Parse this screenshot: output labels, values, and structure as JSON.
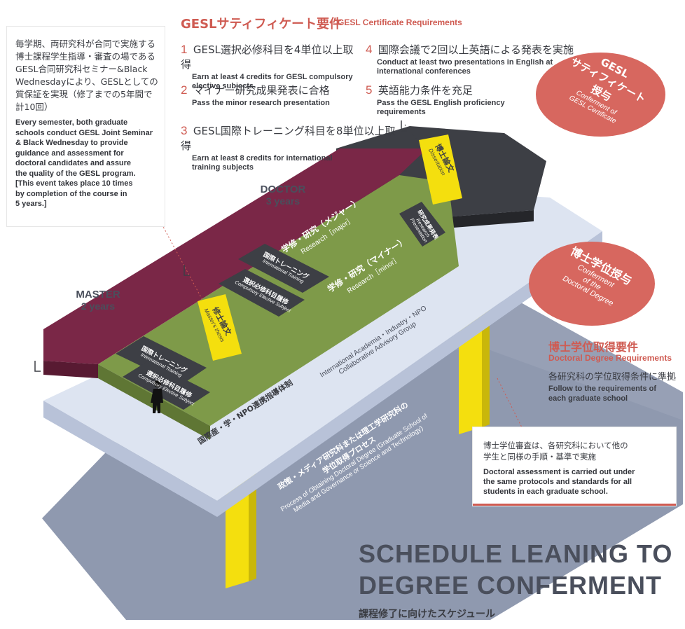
{
  "left_note": {
    "jp": "毎学期、両研究科が合同で実施する博士課程学生指導・審査の場であるGESL合同研究科セミナー&Black Wednesdayにより、GESLとしての質保証を実現（修了までの5年間で計10回）",
    "jp_lines": [
      "毎学期、両研究科が合同で実施する",
      "博士課程学生指導・審査の場である",
      "GESL合同研究科セミナー&Black",
      "Wednesdayにより、GESLとしての",
      "質保証を実現（修了までの5年間で",
      "計10回）"
    ],
    "en_lines": [
      "Every semester, both graduate",
      "schools conduct GESL Joint Seminar",
      "& Black Wednesday to provide",
      "guidance and assessment for",
      "doctoral candidates and assure",
      "the quality of the GESL program.",
      "[This event takes place 10 times",
      "by completion of the course in",
      "5 years.]"
    ]
  },
  "gesl_requirements": {
    "title_jp": "GESLサティフィケート要件",
    "title_en": "GESL Certificate Requirements",
    "items": [
      {
        "num": "1",
        "jp": "GESL選択必修科目を4単位以上取得",
        "en": [
          "Earn at least 4 credits for GESL compulsory",
          "elective subjects"
        ]
      },
      {
        "num": "2",
        "jp": "マイナー研究成果発表に合格",
        "en": [
          "Pass the minor research presentation"
        ]
      },
      {
        "num": "3",
        "jp": "GESL国際トレーニング科目を8単位以上取得",
        "en": [
          "Earn at least 8 credits for international",
          "training subjects"
        ]
      },
      {
        "num": "4",
        "jp": "国際会議で2回以上英語による発表を実施",
        "en": [
          "Conduct at least two presentations in English at",
          "international conferences"
        ]
      },
      {
        "num": "5",
        "jp": "英語能力条件を充足",
        "en": [
          "Pass the GESL English proficiency",
          "requirements"
        ]
      }
    ]
  },
  "circles": {
    "gesl": {
      "l1": "GESL",
      "l2": "サティフィケート",
      "l3": "授与",
      "en1": "Conferment of",
      "en2": "GESL Certificate"
    },
    "doctoral": {
      "l1": "博士学位授与",
      "en1": "Conferment",
      "en2": "of the",
      "en3": "Doctoral Degree"
    }
  },
  "stages": {
    "doctor": {
      "title": "DOCTOR",
      "sub": "3 years"
    },
    "master": {
      "title": "MASTER",
      "sub": "2 years"
    }
  },
  "labels": {
    "dissertation_jp": "博士論文",
    "dissertation_en": "Dissertation",
    "masters_thesis_jp": "修士論文",
    "masters_thesis_en": "Master's thesis",
    "research_major_jp": "学修・研究（メジャー）",
    "research_major_en": "Research［major］",
    "research_minor_jp": "学修・研究（マイナー）",
    "research_minor_en": "Research［minor］",
    "research_pres_jp": "研究成果発表",
    "research_pres_en1": "Research",
    "research_pres_en2": "Presentation",
    "intl_training_jp": "国際トレーニング",
    "intl_training_en": "International Training",
    "compulsory_jp": "選択必修科目履修",
    "compulsory_en": "Compulsory Elective Subject",
    "advisory_jp": "国際産・学・NPO連携指導体制",
    "advisory_en1": "International Academia・Industry・NPO",
    "advisory_en2": "Collaborative Advisory Group",
    "process_jp1": "政策・メディア研究科または理工学研究科の",
    "process_jp2": "学位取得プロセス",
    "process_en1": "Process of Obtaining Doctoral Degree (Graduate School of",
    "process_en2": "Media and Governance or Science and Technology)"
  },
  "doctoral_requirements": {
    "title_jp": "博士学位取得要件",
    "title_en": "Doctoral Degree Requirements",
    "jp": "各研究科の学位取得条件に準拠",
    "en1": "Follow to the requirements of",
    "en2": "each graduate school"
  },
  "assessment_note": {
    "jp1": "博士学位審査は、各研究科において他の",
    "jp2": "学生と同様の手順・基準で実施",
    "en1": "Doctoral assessment is carried out under",
    "en2": "the same protocols and standards for all",
    "en3": "students in each graduate school."
  },
  "main_title": {
    "line1": "SCHEDULE LEANING TO",
    "line2": "DEGREE CONFERMENT",
    "jp": "課程修了に向けたスケジュール"
  },
  "colors": {
    "major": "#7a2747",
    "minor": "#7e9a49",
    "light_band": "#dde4f1",
    "floor": "#8690a8",
    "dark_block": "#3d3f45",
    "yellow": "#f4df0e",
    "accent_red": "#cf5b52",
    "circle": "#d7675f"
  }
}
